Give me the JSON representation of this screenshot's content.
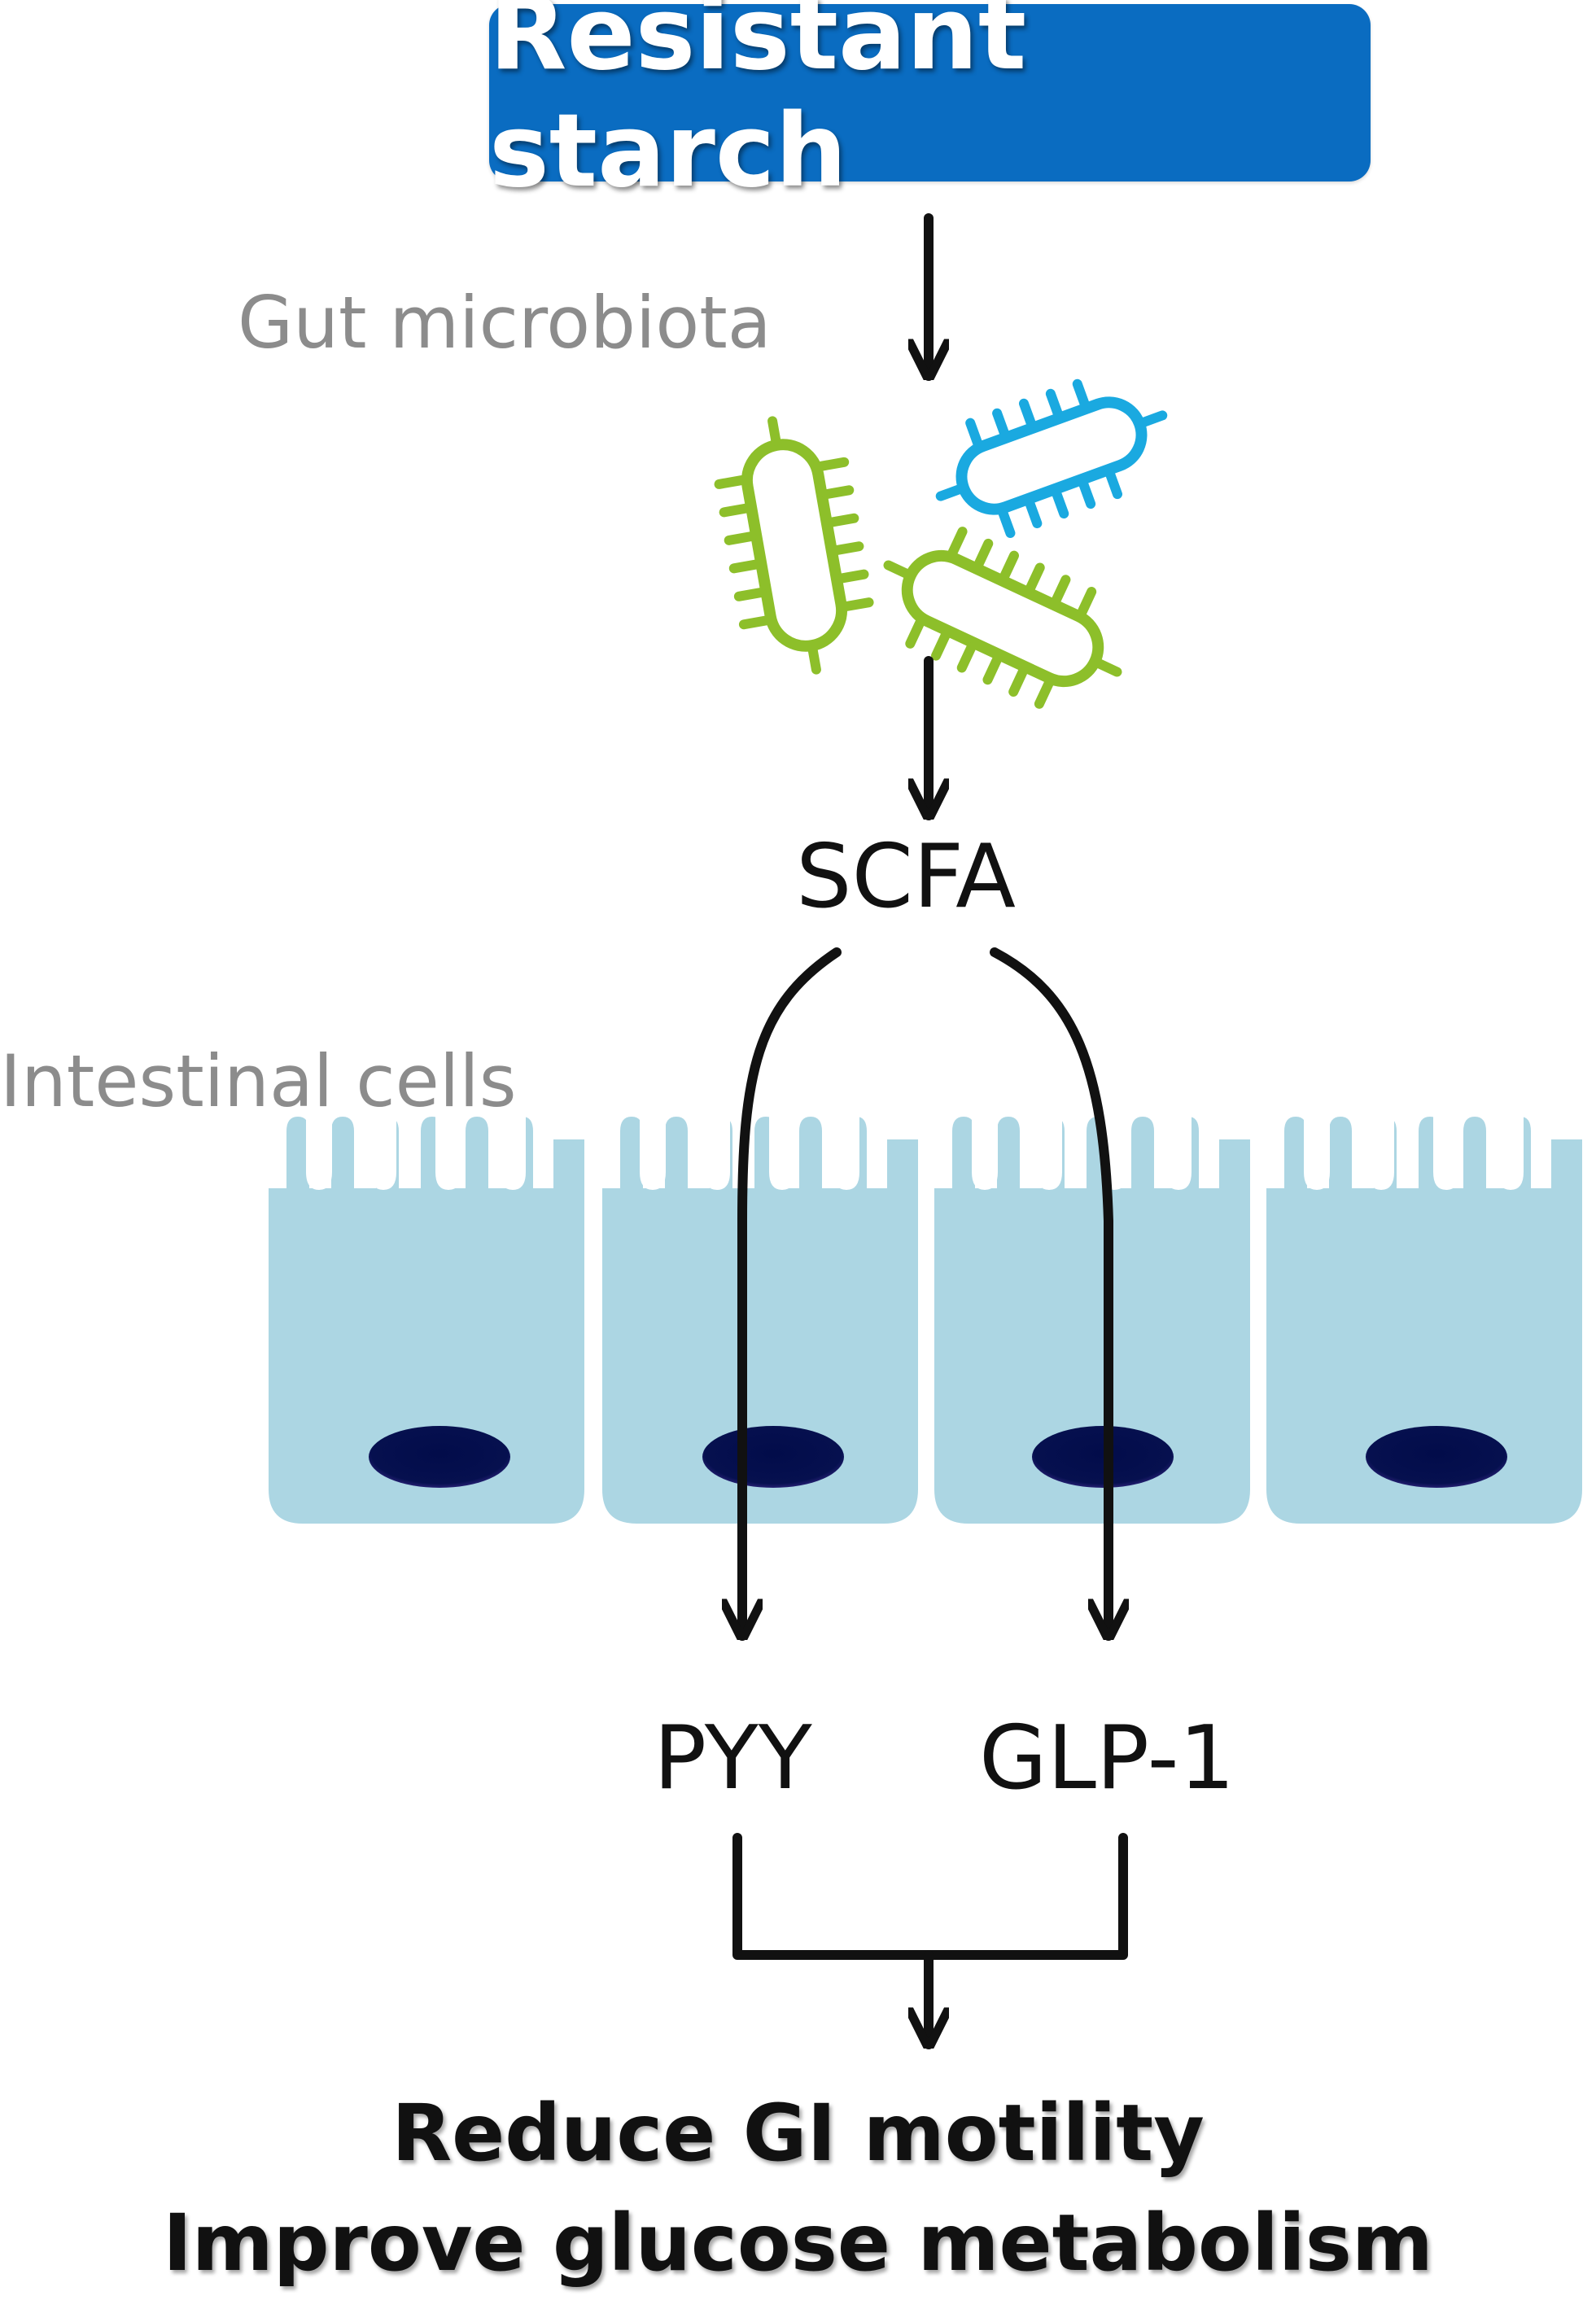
{
  "title": "Resistant starch",
  "labels": {
    "microbiota": "Gut microbiota",
    "intestinal": "Intestinal cells",
    "scfa": "SCFA",
    "pyy": "PYY",
    "glp1": "GLP-1"
  },
  "outcomes": [
    "Reduce GI motility",
    "Improve glucose metabolism"
  ],
  "colors": {
    "title_box": "#0a6cc1",
    "bacteria_green": "#8dbf2a",
    "bacteria_blue": "#1aa9e0",
    "cell": "#acd6e3",
    "nucleus": "#020c4a"
  },
  "icons": [
    "bacterium-icon",
    "bacterium-icon",
    "bacterium-icon"
  ]
}
